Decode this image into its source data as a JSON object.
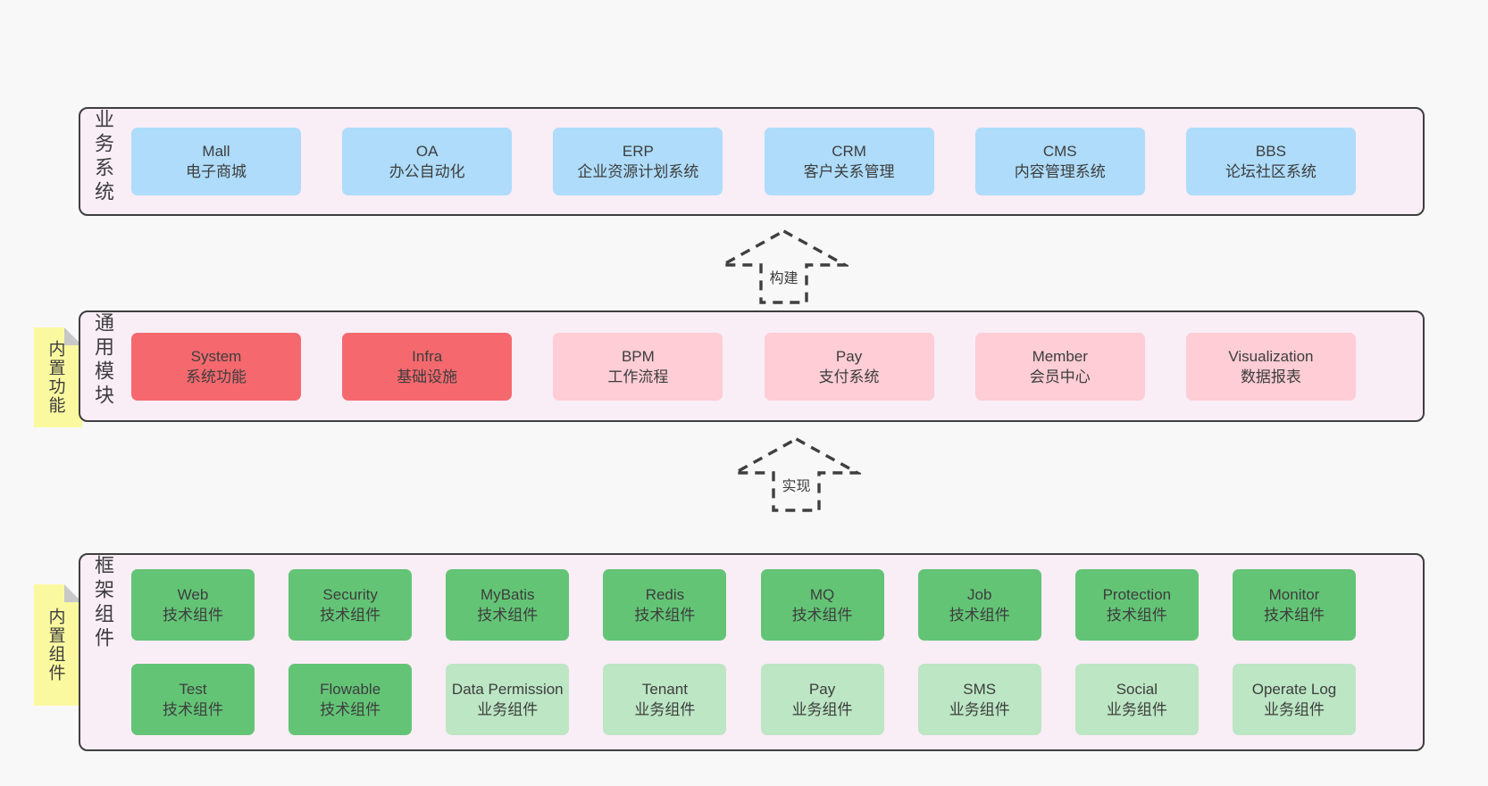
{
  "palette": {
    "pagebg": "#f8f8f8",
    "layerbg": "#f9edf6",
    "line": "#3f3f3f",
    "text": "#3d3d3d",
    "yellow": "#fbf9a0",
    "fold": "#c8c8c8",
    "blue": "#aedcfa",
    "red": "#f5696e",
    "pink": "#fecdd5",
    "green": "#63c476",
    "lightgreen": "#bce6c4"
  },
  "arrows": [
    {
      "label": "构建"
    },
    {
      "label": "实现"
    }
  ],
  "layers": [
    {
      "id": "business-systems",
      "side_label": "业务系统",
      "sticky": null,
      "rows": [
        [
          {
            "name": "Mall",
            "desc": "电子商城",
            "color": "blue"
          },
          {
            "name": "OA",
            "desc": "办公自动化",
            "color": "blue"
          },
          {
            "name": "ERP",
            "desc": "企业资源计划系统",
            "color": "blue"
          },
          {
            "name": "CRM",
            "desc": "客户关系管理",
            "color": "blue"
          },
          {
            "name": "CMS",
            "desc": "内容管理系统",
            "color": "blue"
          },
          {
            "name": "BBS",
            "desc": "论坛社区系统",
            "color": "blue"
          }
        ]
      ]
    },
    {
      "id": "common-modules",
      "side_label": "通用模块",
      "sticky": "内置功能",
      "rows": [
        [
          {
            "name": "System",
            "desc": "系统功能",
            "color": "red"
          },
          {
            "name": "Infra",
            "desc": "基础设施",
            "color": "red"
          },
          {
            "name": "BPM",
            "desc": "工作流程",
            "color": "pink"
          },
          {
            "name": "Pay",
            "desc": "支付系统",
            "color": "pink"
          },
          {
            "name": "Member",
            "desc": "会员中心",
            "color": "pink"
          },
          {
            "name": "Visualization",
            "desc": "数据报表",
            "color": "pink"
          }
        ]
      ]
    },
    {
      "id": "framework-components",
      "side_label": "框架组件",
      "sticky": "内置组件",
      "rows": [
        [
          {
            "name": "Web",
            "desc": "技术组件",
            "color": "green"
          },
          {
            "name": "Security",
            "desc": "技术组件",
            "color": "green"
          },
          {
            "name": "MyBatis",
            "desc": "技术组件",
            "color": "green"
          },
          {
            "name": "Redis",
            "desc": "技术组件",
            "color": "green"
          },
          {
            "name": "MQ",
            "desc": "技术组件",
            "color": "green"
          },
          {
            "name": "Job",
            "desc": "技术组件",
            "color": "green"
          },
          {
            "name": "Protection",
            "desc": "技术组件",
            "color": "green"
          },
          {
            "name": "Monitor",
            "desc": "技术组件",
            "color": "green"
          }
        ],
        [
          {
            "name": "Test",
            "desc": "技术组件",
            "color": "green"
          },
          {
            "name": "Flowable",
            "desc": "技术组件",
            "color": "green"
          },
          {
            "name": "Data Permission",
            "desc": "业务组件",
            "color": "lightgreen"
          },
          {
            "name": "Tenant",
            "desc": "业务组件",
            "color": "lightgreen"
          },
          {
            "name": "Pay",
            "desc": "业务组件",
            "color": "lightgreen"
          },
          {
            "name": "SMS",
            "desc": "业务组件",
            "color": "lightgreen"
          },
          {
            "name": "Social",
            "desc": "业务组件",
            "color": "lightgreen"
          },
          {
            "name": "Operate Log",
            "desc": "业务组件",
            "color": "lightgreen"
          }
        ]
      ]
    }
  ]
}
